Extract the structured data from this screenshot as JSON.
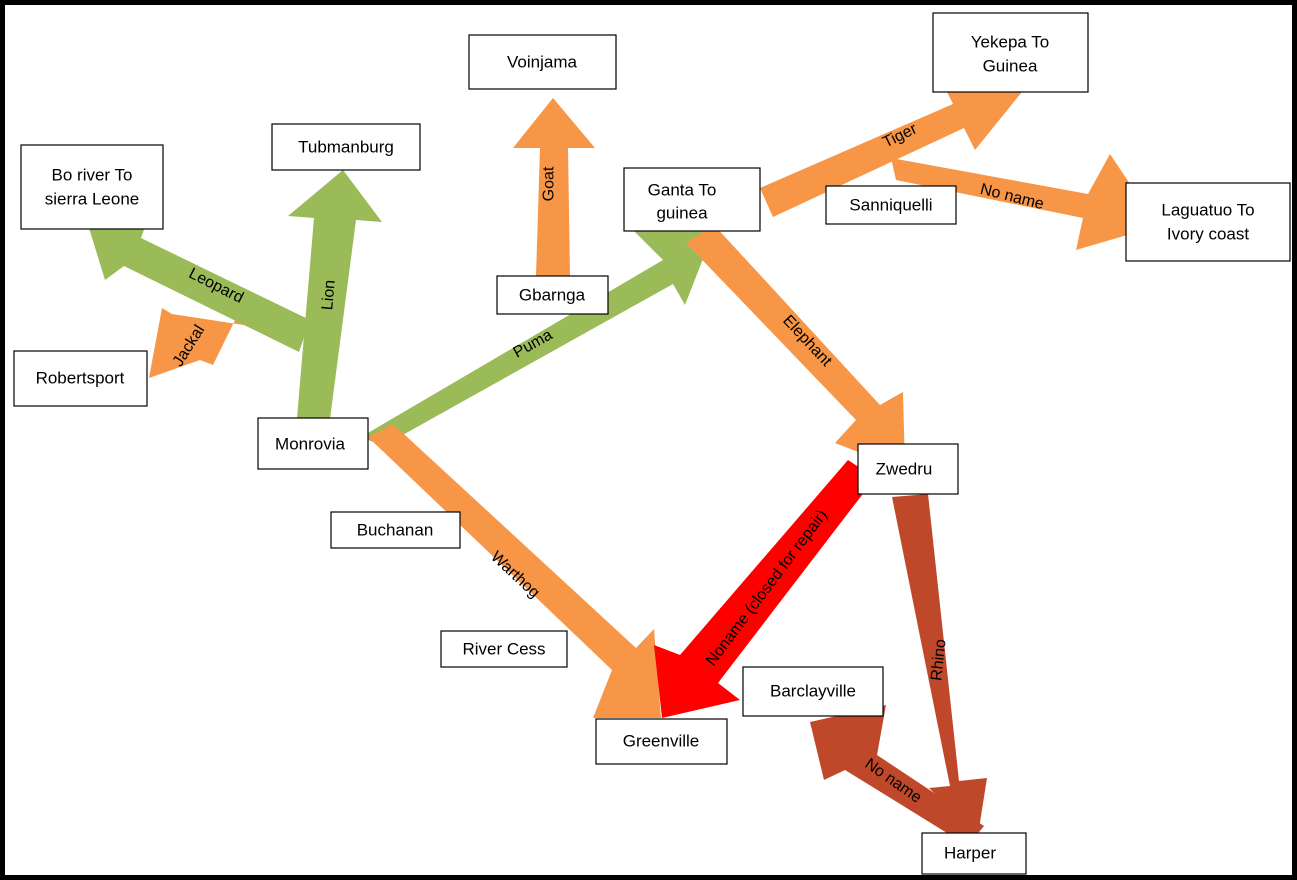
{
  "colors": {
    "green": "#9BBB59",
    "orange": "#F79646",
    "red": "#FF0000",
    "brown": "#C0482A",
    "border": "#000000",
    "box_fill": "#FFFFFF"
  },
  "nodes": {
    "voinjama": "Voinjama",
    "yekepa": [
      "Yekepa To",
      "Guinea"
    ],
    "tubmanburg": "Tubmanburg",
    "bo_river": [
      "Bo river To",
      "sierra Leone"
    ],
    "ganta": [
      "Ganta To",
      "guinea"
    ],
    "sanniquelli": "Sanniquelli",
    "laguatuo": [
      "Laguatuo To",
      "Ivory coast"
    ],
    "gbarnga": "Gbarnga",
    "robertsport": "Robertsport",
    "monrovia": "Monrovia",
    "zwedru": "Zwedru",
    "buchanan": "Buchanan",
    "river_cess": "River Cess",
    "barclayville": "Barclayville",
    "greenville": "Greenville",
    "harper": "Harper"
  },
  "roads": {
    "goat": "Goat",
    "tiger": "Tiger",
    "no_name_laguatuo": "No name",
    "leopard": "Leopard",
    "lion": "Lion",
    "jackal": "Jackal",
    "puma": "Puma",
    "elephant": "Elephant",
    "warthog": "Warthog",
    "noname_closed": "Noname (closed for repair)",
    "rhino": "Rhino",
    "no_name_barclayville": "No name"
  }
}
